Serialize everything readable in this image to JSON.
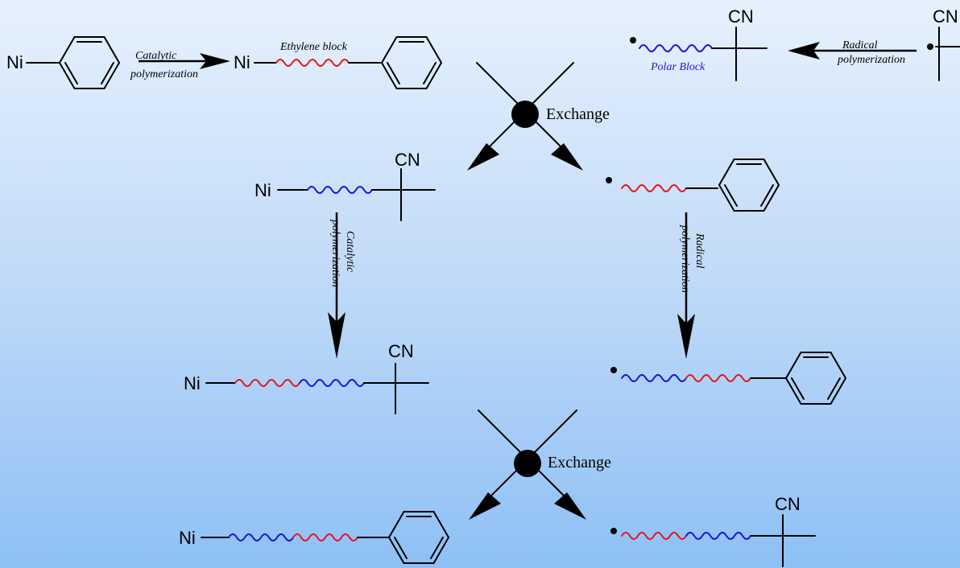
{
  "atoms": {
    "nickel": "Ni",
    "nitrile": "CN"
  },
  "labels": {
    "catalytic_line1": "Catalytic",
    "catalytic_line2": "polymerization",
    "radical_line1": "Radical",
    "radical_line2": "polymerization",
    "ethylene_block": "Ethylene block",
    "polar_block": "Polar Block",
    "exchange": "Exchange"
  },
  "colors": {
    "ethylene_block": "#e8141a",
    "polar_block": "#1414e0",
    "polar_label": "#1a1ad6",
    "background_top": "#e6f1fd",
    "background_bottom": "#8ec0f5"
  }
}
